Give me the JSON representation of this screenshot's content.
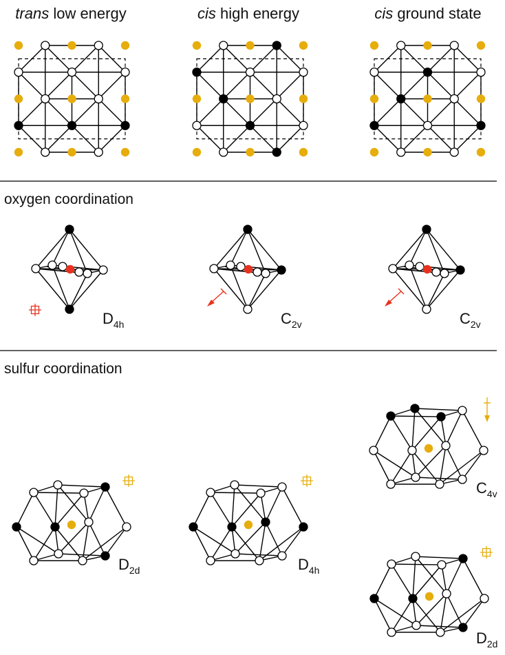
{
  "colors": {
    "gold": "#e6ad0c",
    "red": "#e8321f",
    "black": "#000000",
    "white": "#ffffff"
  },
  "row1": {
    "panels": [
      {
        "italic": "trans",
        "rest": " low energy"
      },
      {
        "italic": "cis",
        "rest": " high energy"
      },
      {
        "italic": "cis",
        "rest": " ground state"
      }
    ]
  },
  "row2": {
    "section_title": "oxygen coordination",
    "panels": [
      {
        "symbol_main": "D",
        "symbol_sub": "4h",
        "icon": "square-cross-icon"
      },
      {
        "symbol_main": "C",
        "symbol_sub": "2v",
        "icon": "arrow-icon"
      },
      {
        "symbol_main": "C",
        "symbol_sub": "2v",
        "icon": "arrow-icon"
      }
    ]
  },
  "row3": {
    "section_title": "sulfur coordination",
    "panels": [
      {
        "symbol_main": "D",
        "symbol_sub": "2d",
        "icon": "square-cross-icon"
      },
      {
        "symbol_main": "D",
        "symbol_sub": "4h",
        "icon": "square-cross-icon"
      },
      {
        "symbol_main": "C",
        "symbol_sub": "4v",
        "icon": "down-arrow-icon"
      },
      {
        "symbol_main": "D",
        "symbol_sub": "2d",
        "icon": "square-cross-icon"
      }
    ]
  }
}
